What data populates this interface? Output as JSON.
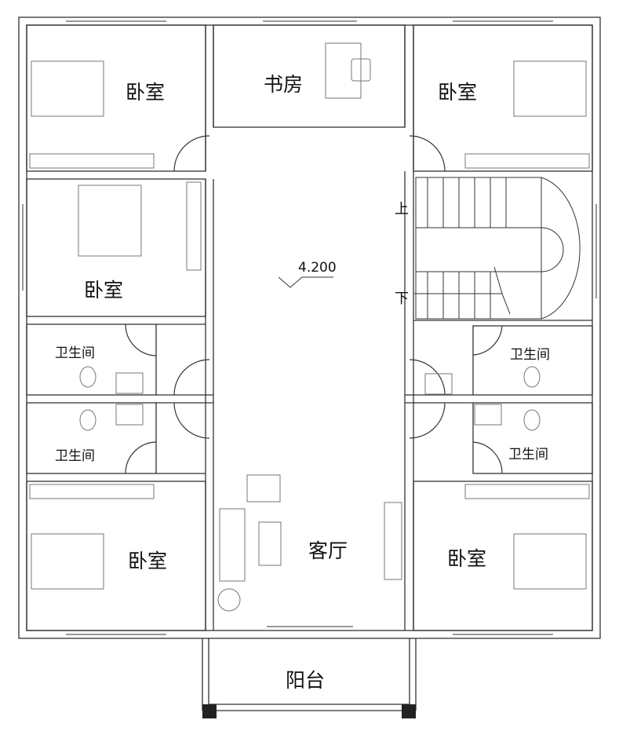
{
  "rooms": {
    "bedroom_top_left": "卧室",
    "study": "书房",
    "bedroom_top_right": "卧室",
    "bedroom_mid_left": "卧室",
    "bath_left_1": "卫生间",
    "bath_left_2": "卫生间",
    "bath_right_1": "卫生间",
    "bath_right_2": "卫生间",
    "bedroom_bottom_left": "卧室",
    "living_room": "客厅",
    "bedroom_bottom_right": "卧室",
    "balcony": "阳台"
  },
  "stairs": {
    "up": "上",
    "down": "下"
  },
  "elevation": "4.200",
  "colors": {
    "line": "#333333",
    "furniture": "#777777",
    "pillar": "#222222"
  }
}
